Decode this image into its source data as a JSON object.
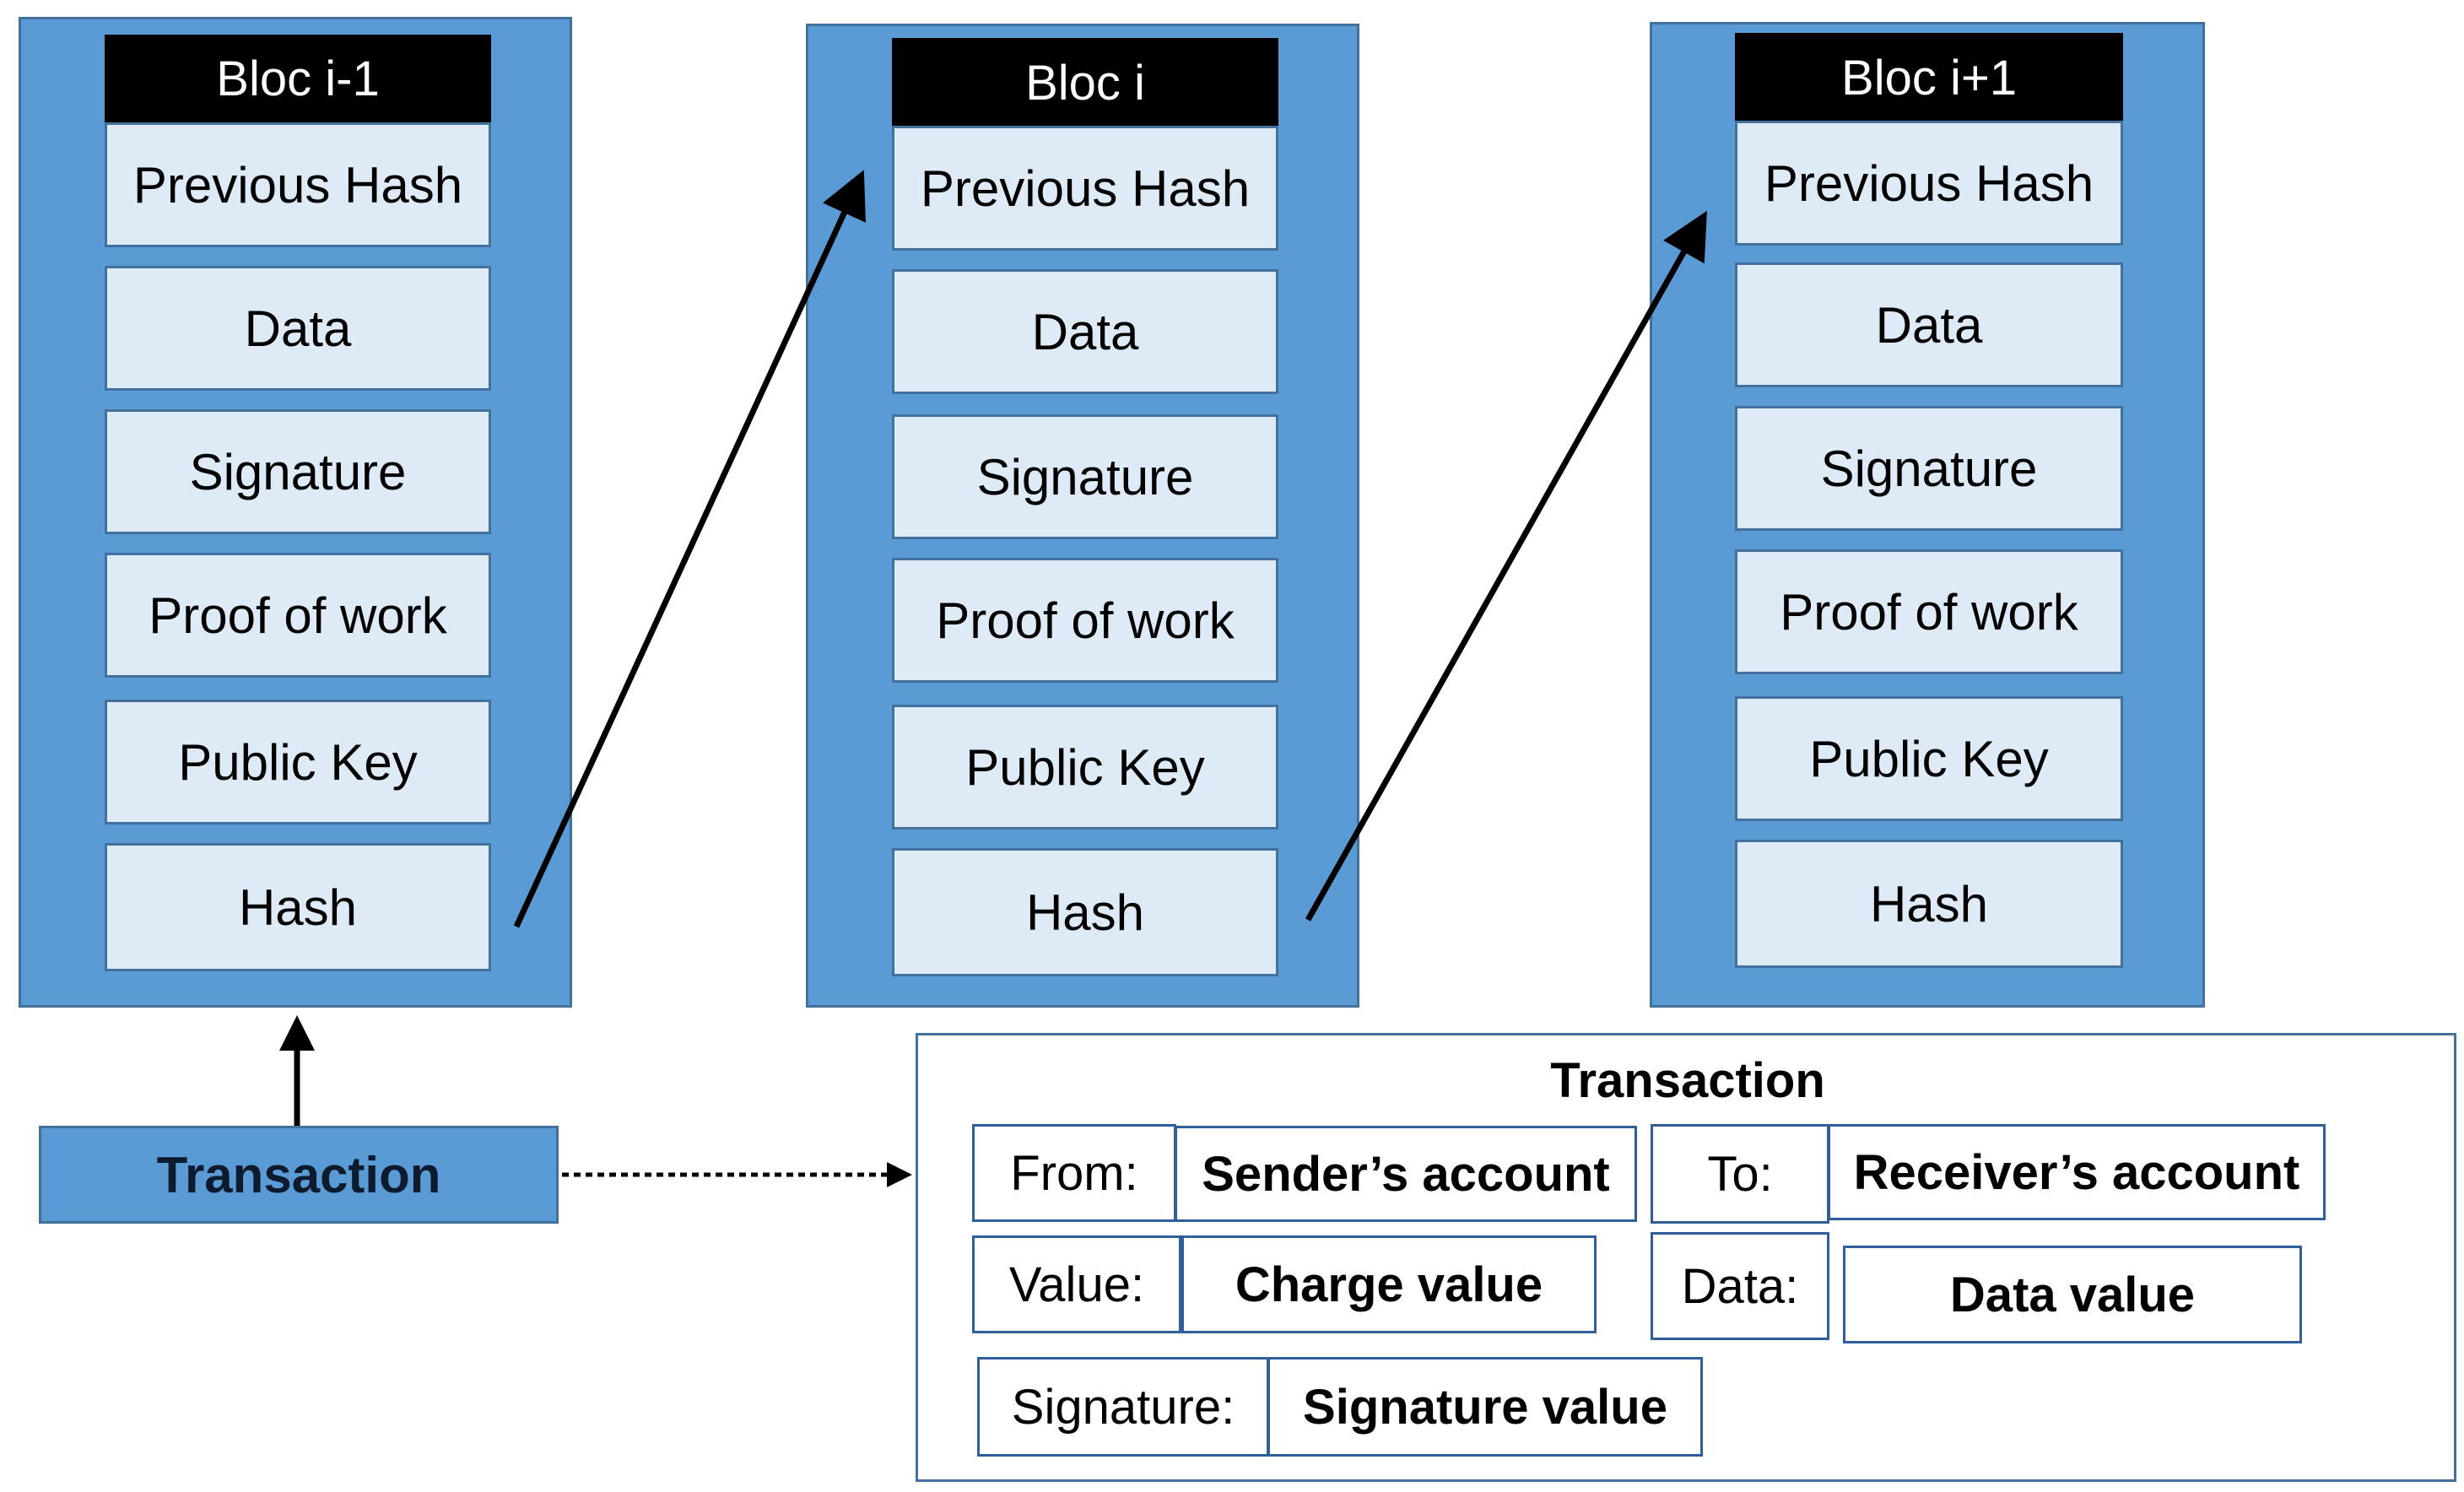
{
  "blocks": [
    {
      "title": "Bloc i-1",
      "fields": [
        "Previous Hash",
        "Data",
        "Signature",
        "Proof of work",
        "Public Key",
        "Hash"
      ]
    },
    {
      "title": "Bloc i",
      "fields": [
        "Previous Hash",
        "Data",
        "Signature",
        "Proof of work",
        "Public Key",
        "Hash"
      ]
    },
    {
      "title": "Bloc i+1",
      "fields": [
        "Previous Hash",
        "Data",
        "Signature",
        "Proof of work",
        "Public Key",
        "Hash"
      ]
    }
  ],
  "transaction_button": {
    "label": "Transaction"
  },
  "transaction_detail": {
    "title": "Transaction",
    "from_label": "From:",
    "from_value": "Sender’s account",
    "to_label": "To:",
    "to_value": "Receiver’s account",
    "value_label": "Value:",
    "value_value": "Charge value",
    "data_label": "Data:",
    "data_value": "Data value",
    "signature_label": "Signature:",
    "signature_value": "Signature value"
  },
  "colors": {
    "block_fill": "#5b9bd5",
    "field_fill": "#deebf7",
    "header_fill": "#000000",
    "border": "#41719c"
  }
}
